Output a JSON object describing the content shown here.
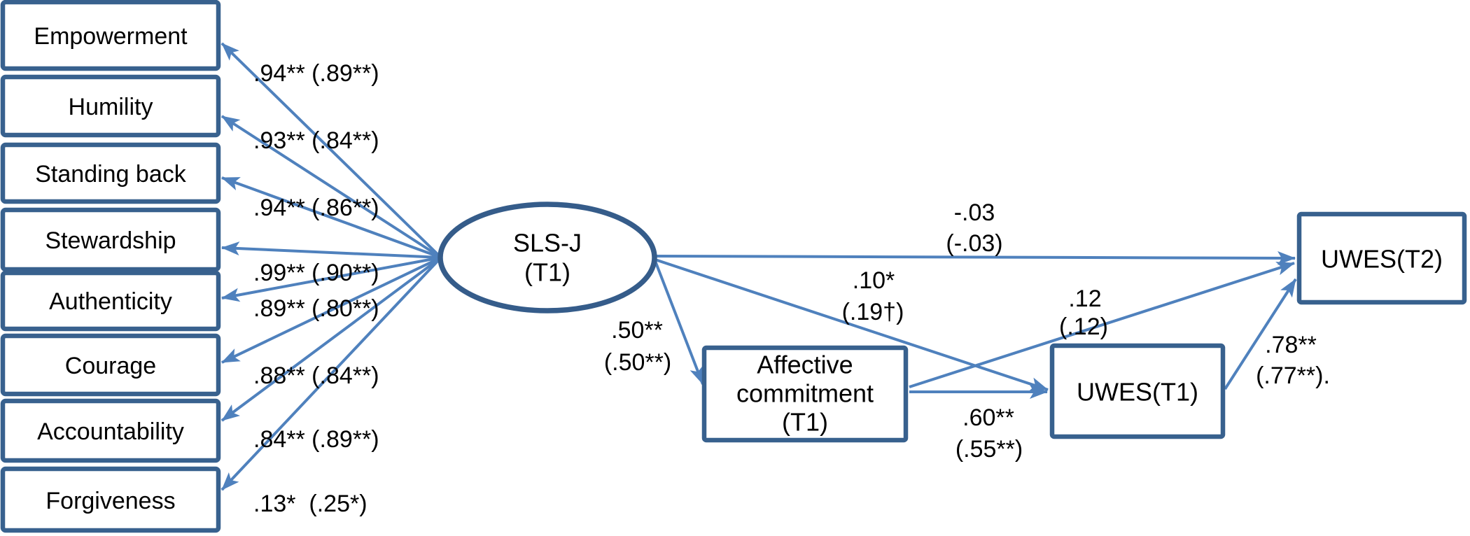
{
  "figure": {
    "latent": {
      "name_line1": "SLS-J",
      "name_line2": "(T1)"
    },
    "indicators": [
      {
        "label": "Empowerment",
        "loading": ".94** (.89**)"
      },
      {
        "label": "Humility",
        "loading": ".93** (.84**)"
      },
      {
        "label": "Standing back",
        "loading": ".94** (.86**)"
      },
      {
        "label": "Stewardship",
        "loading": ".99** (.90**)"
      },
      {
        "label": "Authenticity",
        "loading": ".89** (.80**)"
      },
      {
        "label": "Courage",
        "loading": ".88** (.84**)"
      },
      {
        "label": "Accountability",
        "loading": ".84** (.89**)"
      },
      {
        "label": "Forgiveness",
        "loading": ".13*  (.25*)"
      }
    ],
    "nodes": {
      "affective_commitment": {
        "line1": "Affective",
        "line2": "commitment",
        "line3": "(T1)"
      },
      "uwes_t1": {
        "label": "UWES(T1)"
      },
      "uwes_t2": {
        "label": "UWES(T2)"
      }
    },
    "path_labels": {
      "sls_to_uwes_t2": {
        "line1": "-.03",
        "line2": "(-.03)"
      },
      "sls_to_uwes_t1": {
        "line1": ".10*",
        "line2": "(.19†)"
      },
      "sls_to_affective": {
        "line1": ".50**",
        "line2": "(.50**)"
      },
      "affective_to_uwes_t1": {
        "line1": ".60**",
        "line2": "(.55**)"
      },
      "affective_to_uwes_t2": {
        "line1": ".12",
        "line2": "(.12)"
      },
      "uwes_t1_to_uwes_t2": {
        "line1": ".78**",
        "line2": "(.77**)."
      }
    },
    "colors": {
      "arrow": "#4F81BD",
      "shape_border": "#38618E",
      "text": "#000000",
      "background": "#FFFFFF"
    }
  }
}
